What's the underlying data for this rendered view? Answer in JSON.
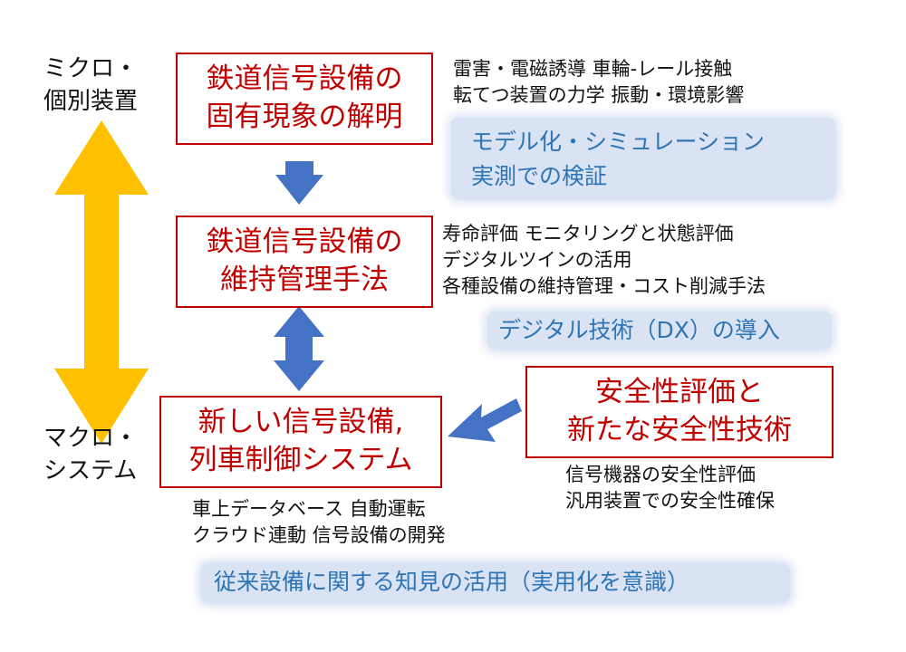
{
  "labels": {
    "micro": [
      "ミクロ・",
      "個別装置"
    ],
    "macro": [
      "マクロ・",
      "システム"
    ]
  },
  "boxes": {
    "phenomena": [
      "鉄道信号設備の",
      "固有現象の解明"
    ],
    "maintenance": [
      "鉄道信号設備の",
      "維持管理手法"
    ],
    "new_equipment": [
      "新しい信号設備,",
      "列車制御システム"
    ],
    "safety": [
      "安全性評価と",
      "新たな安全性技術"
    ]
  },
  "notes": {
    "phenomena": [
      "雷害・電磁誘導  車輪-レール接触",
      "転てつ装置の力学  振動・環境影響"
    ],
    "maintenance": [
      "寿命評価  モニタリングと状態評価",
      "デジタルツインの活用",
      "各種設備の維持管理・コスト削減手法"
    ],
    "new_equipment": [
      "車上データベース  自動運転",
      "クラウド連動  信号設備の開発"
    ],
    "safety": [
      "信号機器の安全性評価",
      "汎用装置での安全性確保"
    ]
  },
  "highlights": {
    "phenomena": [
      "モデル化・シミュレーション",
      "実測での検証"
    ],
    "maintenance": "デジタル技術（DX）の導入",
    "new_equipment": "従来設備に関する知見の活用（実用化を意識）"
  },
  "colors": {
    "red": "#c00000",
    "blue_text": "#2e75b6",
    "blue_bg": "#dae3f3",
    "arrow_blue": "#4472c4",
    "arrow_gold": "#ffc000"
  }
}
